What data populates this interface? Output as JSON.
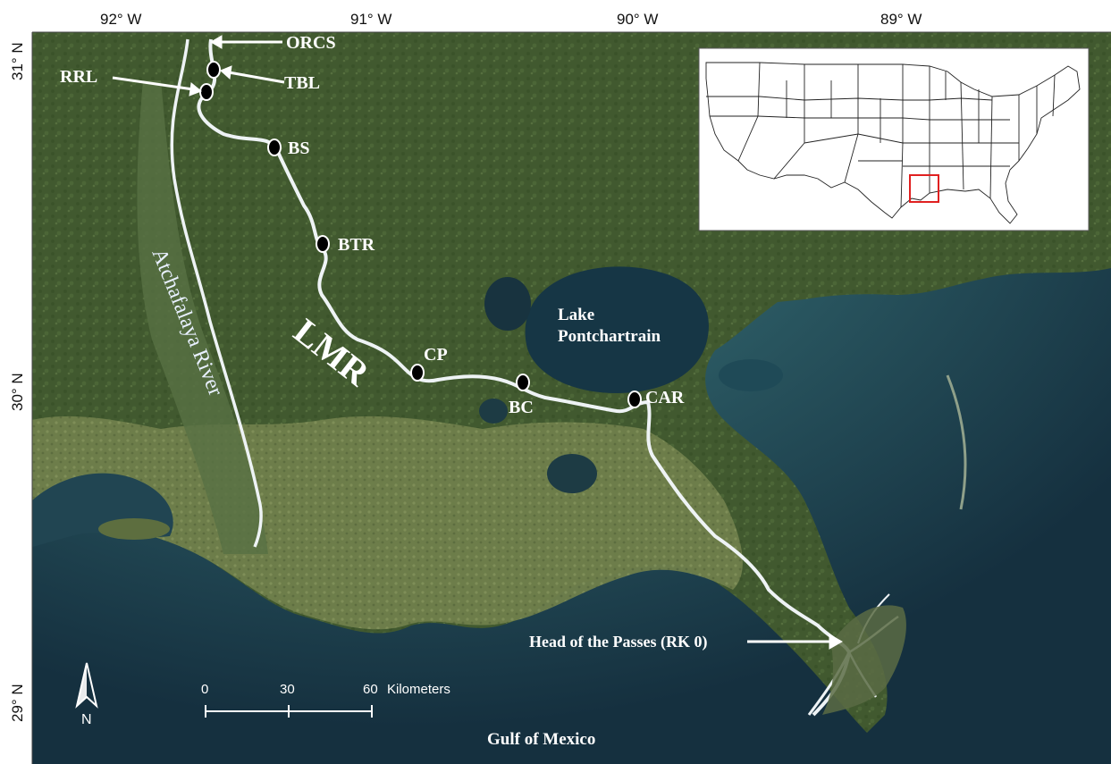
{
  "graticule": {
    "top": [
      "92° W",
      "91° W",
      "90° W",
      "89° W"
    ],
    "left": [
      "31° N",
      "30° N",
      "29° N"
    ]
  },
  "sites": [
    {
      "code": "ORCS"
    },
    {
      "code": "TBL"
    },
    {
      "code": "RRL"
    },
    {
      "code": "BS"
    },
    {
      "code": "BTR"
    },
    {
      "code": "CP"
    },
    {
      "code": "BC"
    },
    {
      "code": "CAR"
    }
  ],
  "labels": {
    "lmr": "LMR",
    "atchafalaya": "Atchafalaya River",
    "lake_line1": "Lake",
    "lake_line2": "Pontchartrain",
    "head_of_passes": "Head of the Passes (RK 0)",
    "gulf": "Gulf of Mexico"
  },
  "scale_bar": {
    "ticks": [
      "0",
      "30",
      "60"
    ],
    "unit": "Kilometers"
  },
  "north_arrow": {
    "label": "N"
  },
  "inset": {
    "description_icon": "usa-states-outline",
    "highlight_color": "#e02020"
  },
  "colors": {
    "land": "#3f5a2e",
    "marsh": "#7a8a55",
    "water": "#1f4a57",
    "deep_water": "#152f3d",
    "river": "#e8eef2"
  }
}
